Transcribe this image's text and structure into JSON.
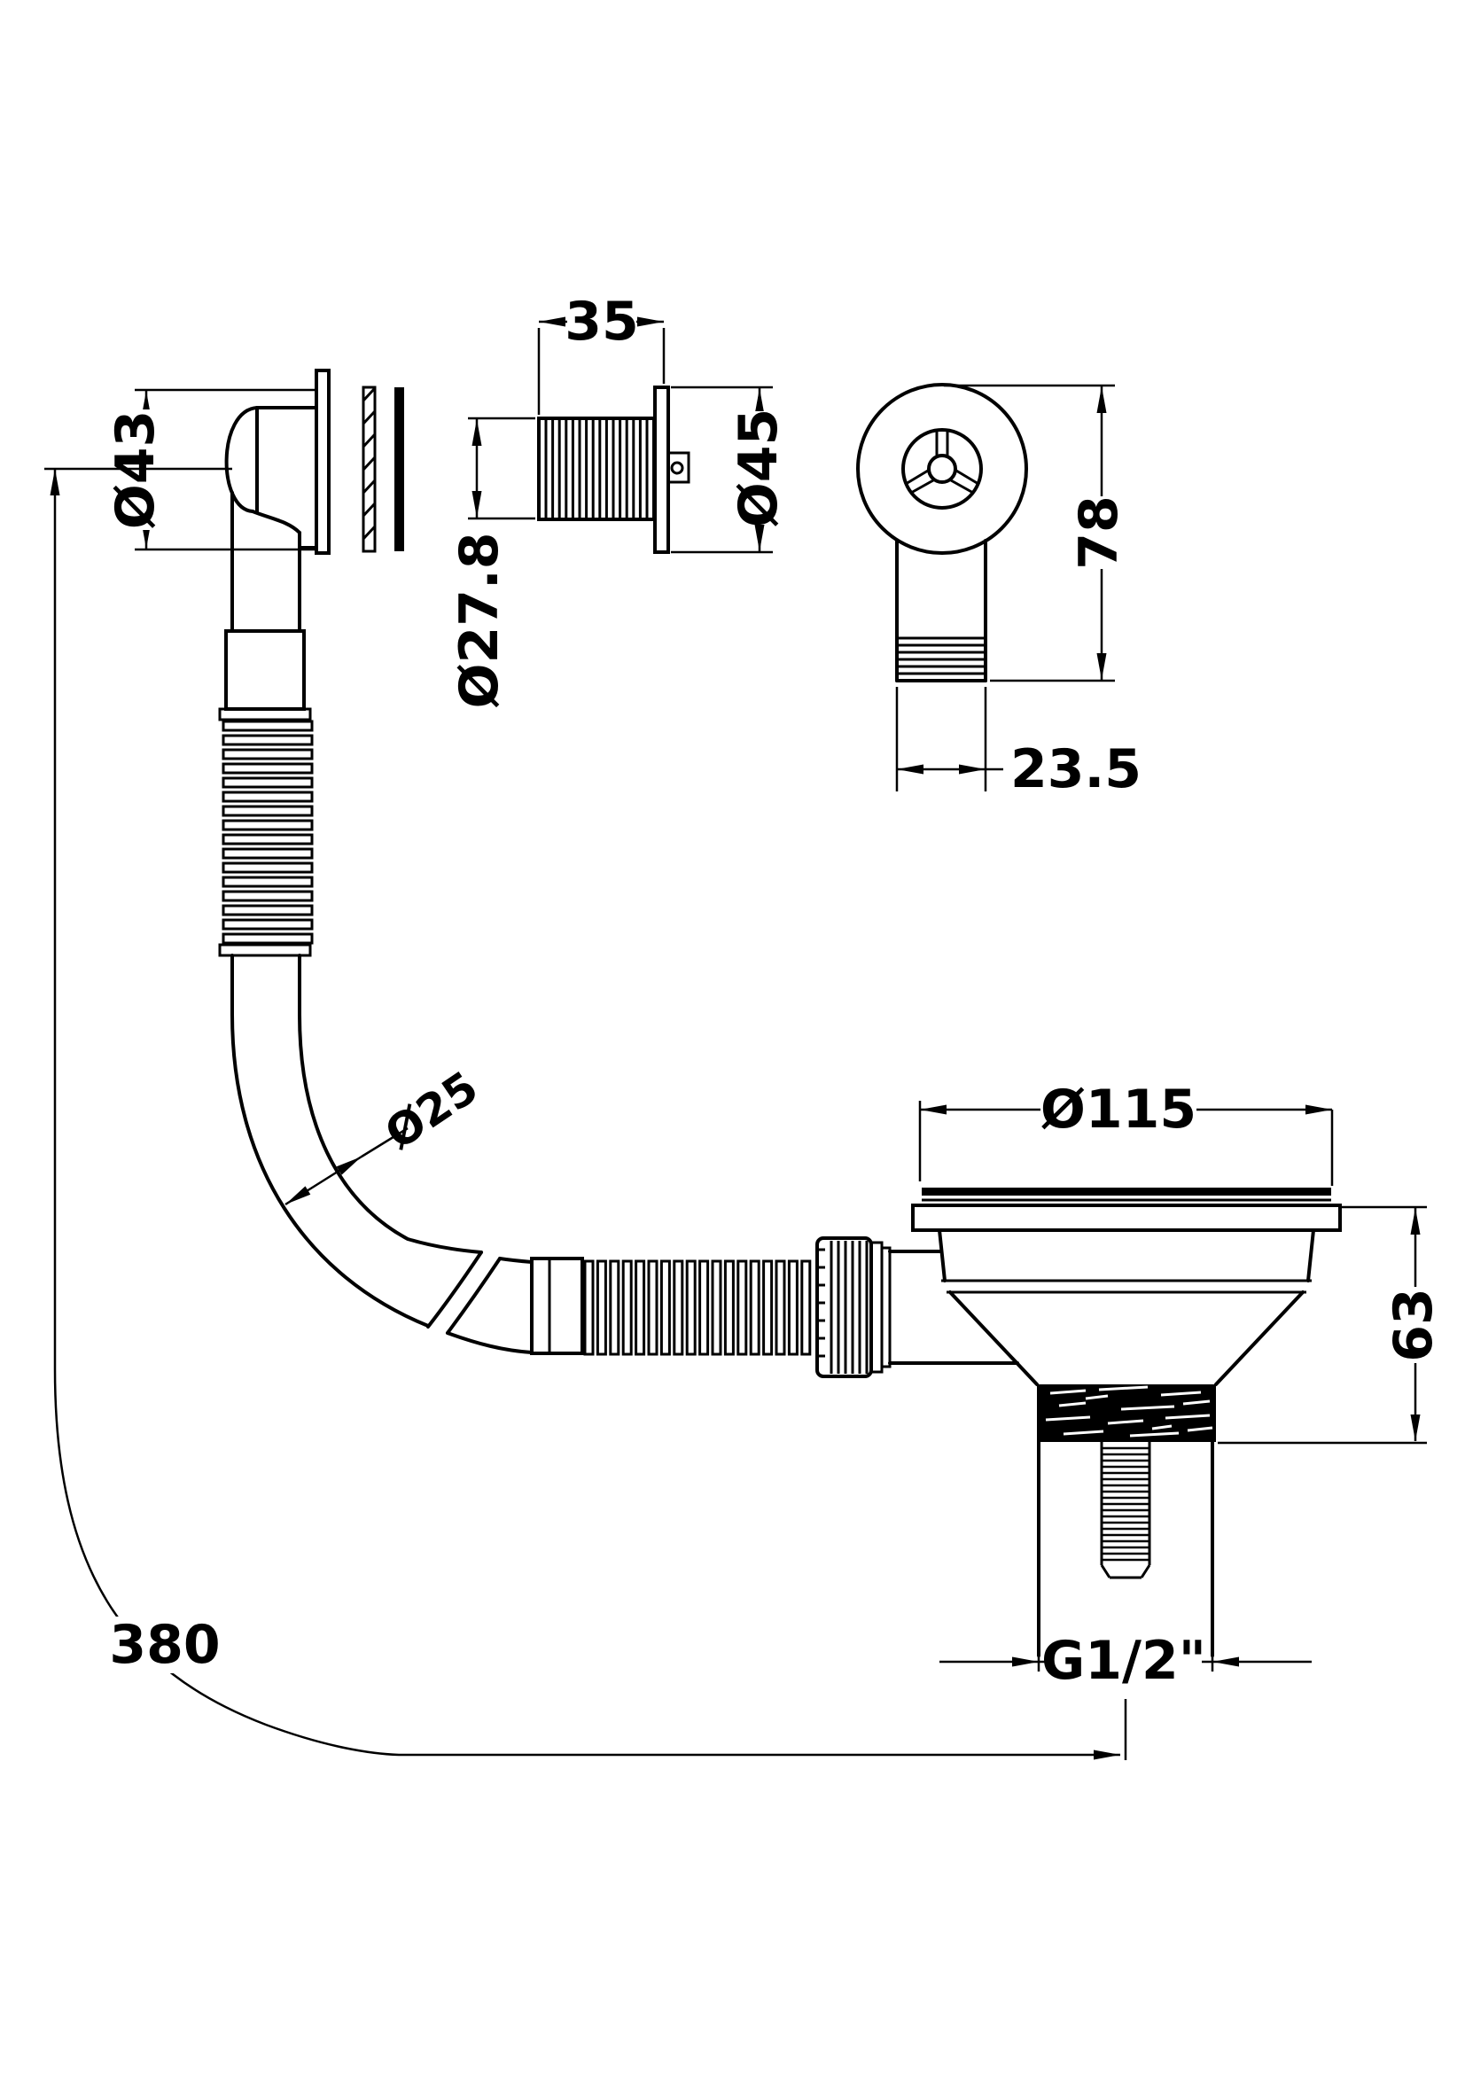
{
  "drawing": {
    "type": "technical-drawing",
    "subject": "kitchen sink strainer waste with overflow kit",
    "units": "mm",
    "colors": {
      "line": "#000000",
      "background": "#ffffff"
    }
  },
  "dimensions": {
    "elbow_outer_dia": {
      "label": "Ø43"
    },
    "tailpiece_thread_len": {
      "label": "35"
    },
    "tailpiece_flange_dia": {
      "label": "Ø45"
    },
    "tailpiece_thread_dia": {
      "label": "Ø27.8"
    },
    "overflow_height": {
      "label": "78"
    },
    "overflow_stem_width": {
      "label": "23.5"
    },
    "hose_dia": {
      "label": "Ø25"
    },
    "strainer_flange_dia": {
      "label": "Ø115"
    },
    "strainer_body_height": {
      "label": "63"
    },
    "stud_thread": {
      "label": "G1/2\""
    },
    "hose_length": {
      "label": "380"
    }
  }
}
